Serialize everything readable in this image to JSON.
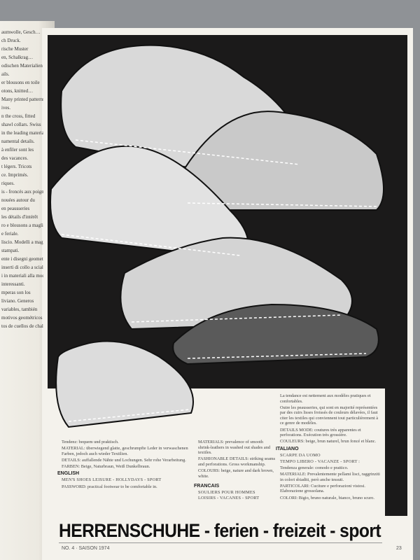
{
  "left_page": {
    "lines": [
      "aumwolle, Gesch…",
      "ch Druck.",
      "rische Muster",
      "en, Schalkrag…",
      "odischen Materialien",
      "ails.",
      "er blousons en toile",
      "otons, knitted…",
      "Many printed patterns",
      "ives.",
      "n the cross, fitted",
      "shawl collars. Swiss",
      "in the leading materials",
      "namental details.",
      "à enfiler sont les",
      "des vacances.",
      "t légers. Tricots",
      "ce. Imprimés.",
      "riques.",
      "is - froncés aux poignets",
      "nouées autour du",
      "en peausseries",
      "les détails d'intérêt",
      "ro e blousons a maglia",
      "e feriale.",
      "liscio. Modelli a maglia",
      "stampati.",
      "ente i disegni geometrici",
      "inserti di collo a scialle",
      "i in materiali alla moda",
      "interessanti.",
      "mperas son los",
      "liviano. Generos",
      "variables, también",
      "motivos geométricos",
      "tos de cuellos de chal"
    ]
  },
  "english": {
    "tendenz": "Tendenz: bequem und praktisch.",
    "material": "MATERIAL: überwiegend glatte, geschrumpfte Leder in verwaschenen Farben, jedoch auch wieder Textilien.",
    "details": "DETAILS: auffallende Nähte und Lochungen. Sehr rohe Verarbeitung.",
    "farben": "FARBEN: Beige, Naturbraun, Weiß Dunkelbraun.",
    "label": "ENGLISH",
    "title": "MEN'S SHOES   LEISURE - HOLLYDAYS - SPORT",
    "password": "PASSWORD: practical footwear to be comfortable in."
  },
  "english_cont": {
    "materials": "MATERIALS: prevalence of smooth shrink-leathers in washed out shades and textiles.",
    "fashionable": "FASHIONABLE DETAILS: striking seams and perforations. Gross workmanship.",
    "colours": "COLOURS: beige, nature and dark brown, white.",
    "label": "FRANCAIS",
    "title1": "SOULIERS POUR HOMMES",
    "title2": "LOISIRS - VACANES - SPORT"
  },
  "francais": {
    "p1": "La tendance est nettement aux modèles pratiques et confortables.",
    "p2": "Outre les peausseries, qui sont en majorité représentées par des cuirs lisses froissés de couleurs délavées, il faut citer les textiles qui conviennent tout particulièrement à ce genre de modèles.",
    "p3": "DETAILS MODE: coutures très apparentes et perforations. Exécution très grossière.",
    "p4": "COULEURS: beige, brun naturel, brun foncé et blanc.",
    "label": "ITALIANO",
    "i1": "SCARPE DA UOMO",
    "i2": "TEMPO LIBERO - VACANZE - SPORT :",
    "i3": "Tendenza generale: comodo e prattico.",
    "i4": "MATERIALE: Prevalentemente pellami lisci, raggrinziti in colori sbiaditi, però anche tessuti.",
    "i5": "PARTICOLARI: Cuciture e perforazioni vistosi. Elaborazione grossolana.",
    "i6": "COLORI: Bigio, bruno naturale, bianco, bruno scuro."
  },
  "headline": "HERRENSCHUHE - ferien -  freizeit - sport",
  "footer": {
    "issue": "NO. 4  ·  SAISON 1974",
    "page": "23"
  }
}
